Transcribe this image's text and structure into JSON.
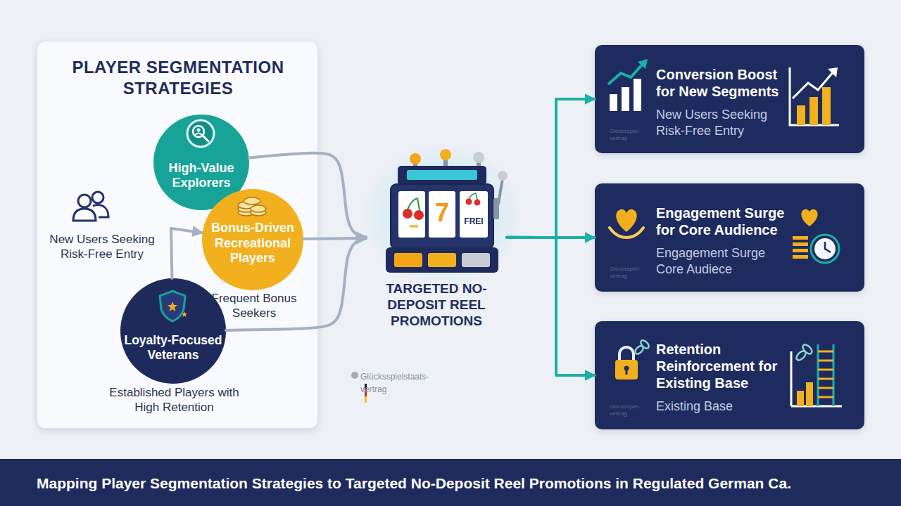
{
  "diagram": {
    "caption": "Mapping Player Segmentation Strategies to Targeted No-Deposit Reel Promotions in Regulated German Ca.",
    "nodes": [
      {
        "text": [
          "PLAYER SEGMENTATION STRATEGIES"
        ]
      },
      {
        "text": [
          "High-Value Explorers"
        ],
        "in": 0
      },
      {
        "text": [
          "Bonus-Driven Recreational Players"
        ],
        "in": 0
      },
      {
        "text": [
          "Loyalty-Focused Veterans"
        ],
        "in": 0
      },
      {
        "text": [
          "TARGETED NO-DEPOSIT REEL PROMOTIONS"
        ]
      },
      {
        "text": [
          "Conversion Boost for New Segments",
          "New Users Seeking Risk-Free Entry"
        ]
      },
      {
        "text": [
          "Engagement Surge for Core Audience",
          "Engagement Surge Core Audiece"
        ]
      },
      {
        "text": [
          "Retention Reinforcement for Existing Base",
          "Existing Base"
        ]
      }
    ],
    "edges": [
      {
        "from": 1,
        "to": 4,
        "arrow": "to"
      },
      {
        "from": 2,
        "to": 4,
        "arrow": "to"
      },
      {
        "from": 3,
        "to": 4,
        "arrow": "to"
      },
      {
        "from": 3,
        "to": 2,
        "arrow": "to"
      },
      {
        "from": 4,
        "to": 5,
        "arrow": "to"
      },
      {
        "from": 4,
        "to": 6,
        "arrow": "to"
      },
      {
        "from": 4,
        "to": 7,
        "arrow": "to"
      }
    ],
    "labels": [
      "New Users Seeking Risk-Free Entry",
      "Frequent Bonus Seekers",
      "Established Players with High Retention",
      "7",
      "FREI",
      "Glücksspielstaats- vertrag",
      "Glücksspiel- vertrag",
      "Glücksspiel- vertrag",
      "Glücksspiel- vertrag"
    ]
  }
}
